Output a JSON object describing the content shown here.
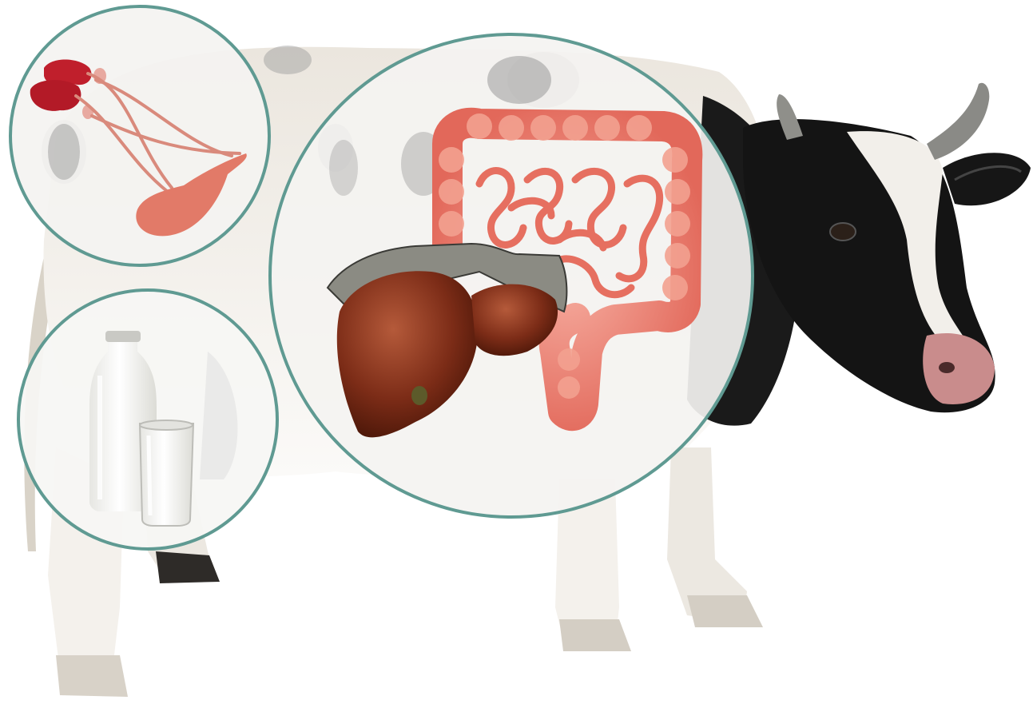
{
  "scene": {
    "subject": "cow",
    "insets": [
      {
        "id": "kidneys-urinary",
        "icon": "kidneys-bladder-icon"
      },
      {
        "id": "milk",
        "icon": "milk-bottle-glass-icon"
      },
      {
        "id": "digestive",
        "icon": "liver-intestines-icon"
      }
    ]
  },
  "colors": {
    "background": "#ffffff",
    "circle_border": "#5f9a92",
    "cow_white": "#f2efea",
    "cow_black": "#141414",
    "intestine": "#e87768",
    "liver": "#7c2c17",
    "kidney": "#c01f2c",
    "milk": "#f6f6f2",
    "horn": "#8a8a86",
    "nose": "#c98c8c",
    "hoof": "#2e2b28"
  }
}
